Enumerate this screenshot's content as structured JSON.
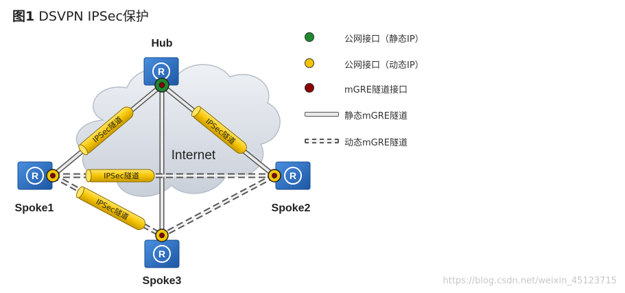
{
  "figure": {
    "title_prefix": "图1",
    "title_text": " DSVPN IPSec保护"
  },
  "nodes": {
    "hub": "Hub",
    "spoke1": "Spoke1",
    "spoke2": "Spoke2",
    "spoke3": "Spoke3",
    "router_glyph": "R"
  },
  "cloud_label": "Internet",
  "tunnels": {
    "hub_spoke1": "IPSec隧道",
    "hub_spoke2": "IPSec隧道",
    "spoke1_spoke2": "IPSec隧道",
    "spoke1_spoke3": "IPSec隧道"
  },
  "legend": [
    {
      "symbol": "static-ip-dot",
      "label": "公网接口（静态IP）",
      "color": "#1e8a2e"
    },
    {
      "symbol": "dynamic-ip-dot",
      "label": "公网接口（动态IP）",
      "color": "#f5c400"
    },
    {
      "symbol": "mgre-dot",
      "label": "mGRE隧道接口",
      "color": "#8b0000"
    },
    {
      "symbol": "static-tunnel-line",
      "label": "静态mGRE隧道"
    },
    {
      "symbol": "dynamic-tunnel-line",
      "label": "动态mGRE隧道"
    }
  ],
  "watermark": "https://blog.csdn.net/weixin_45123715",
  "colors": {
    "router_fill": "#2b6fc0",
    "cloud_fill": "#d8dde6",
    "ipsec_fill": "#f5c400",
    "static_green": "#1e8a2e",
    "dynamic_yellow": "#f5c400",
    "mgre_red": "#8b0000"
  }
}
